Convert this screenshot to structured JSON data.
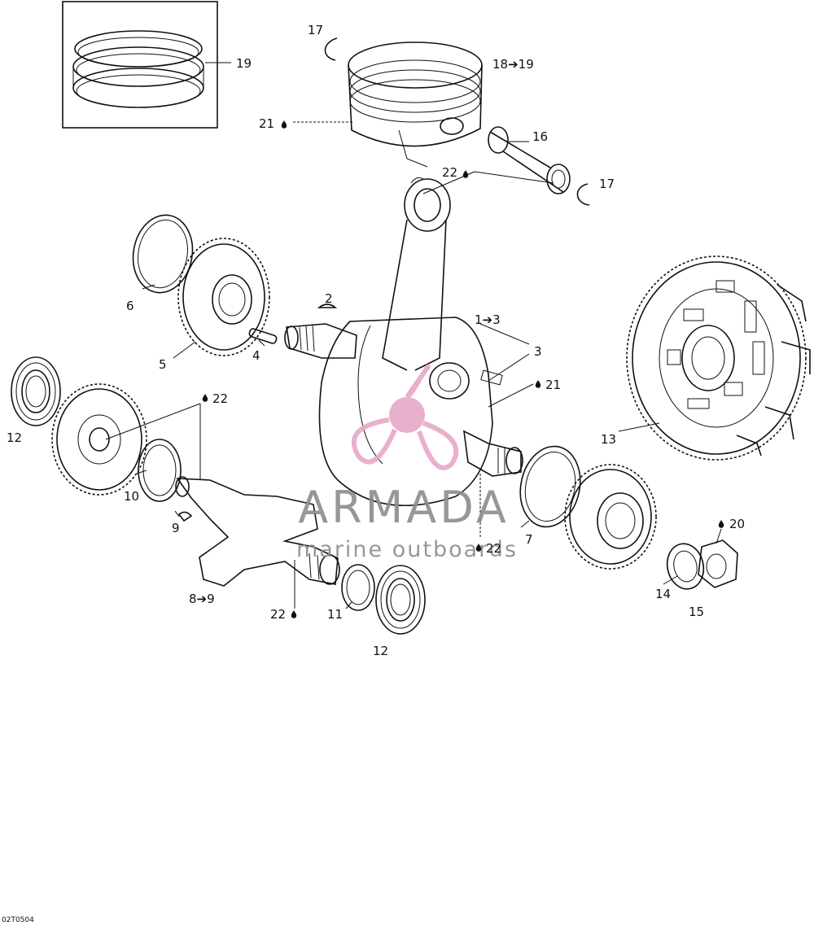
{
  "diagram": {
    "image_code": "02T0504",
    "watermark": {
      "brand": "ARMADA",
      "tagline": "marine outboards",
      "logo_color": "#e7a8c8",
      "text_color": "#8c8c8c"
    },
    "callouts": {
      "c1": "19",
      "c2": "17",
      "c3": "18➔19",
      "c4": "21",
      "c5": "16",
      "c6": "22",
      "c7": "17",
      "c8": "6",
      "c9": "2",
      "c10": "4",
      "c11": "5",
      "c12": "1➔3",
      "c13": "3",
      "c14": "21",
      "c15": "12",
      "c16": "22",
      "c17": "10",
      "c18": "9",
      "c19": "13",
      "c20": "7",
      "c21": "22",
      "c22": "20",
      "c23": "14",
      "c24": "15",
      "c25": "8➔9",
      "c26": "22",
      "c27": "11",
      "c28": "12"
    }
  }
}
